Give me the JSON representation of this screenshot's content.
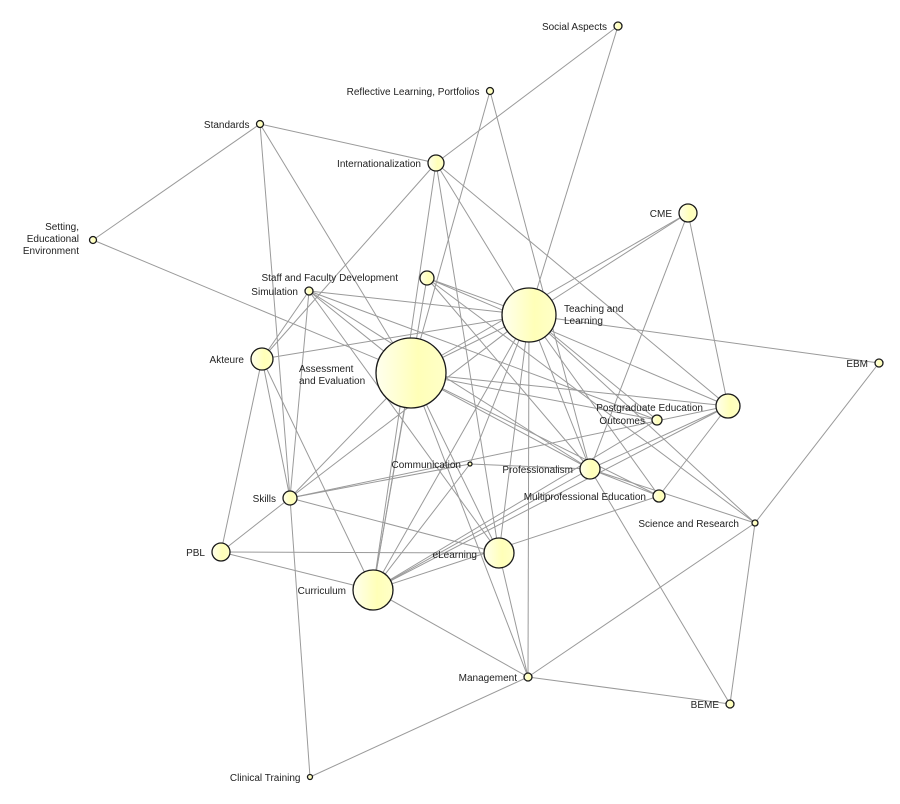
{
  "diagram": {
    "type": "network",
    "node_color": "#ffffc0",
    "edge_color": "#9a9a9a",
    "nodes": [
      {
        "id": "social",
        "label": "Social Aspects",
        "weight": 1
      },
      {
        "id": "reflective",
        "label": "Reflective Learning, Portfolios",
        "weight": 1
      },
      {
        "id": "standards",
        "label": "Standards",
        "weight": 1
      },
      {
        "id": "intl",
        "label": "Internationalization",
        "weight": 2
      },
      {
        "id": "cme",
        "label": "CME",
        "weight": 2
      },
      {
        "id": "setting",
        "label": "Setting,\nEducational\n Environment",
        "weight": 1
      },
      {
        "id": "staff",
        "label": "Staff and Faculty Development",
        "weight": 2
      },
      {
        "id": "simulation",
        "label": "Simulation",
        "weight": 1
      },
      {
        "id": "teaching",
        "label": "Teaching and\nLearning",
        "weight": 7
      },
      {
        "id": "akteure",
        "label": "Akteure",
        "weight": 3
      },
      {
        "id": "assessment",
        "label": "Assessment\nand Evaluation",
        "weight": 9
      },
      {
        "id": "ebm",
        "label": "EBM",
        "weight": 1
      },
      {
        "id": "postgrad",
        "label": "Postgraduate Education",
        "weight": 3
      },
      {
        "id": "outcomes",
        "label": "Outcomes",
        "weight": 1.3
      },
      {
        "id": "communication",
        "label": "Communication",
        "weight": 0.5
      },
      {
        "id": "professionalism",
        "label": "Professionalism",
        "weight": 2.5
      },
      {
        "id": "skills",
        "label": "Skills",
        "weight": 2
      },
      {
        "id": "multiprof",
        "label": "Multiprofessional Education",
        "weight": 1.5
      },
      {
        "id": "science",
        "label": "Science and Research",
        "weight": 0.8
      },
      {
        "id": "pbl",
        "label": "PBL",
        "weight": 2.3
      },
      {
        "id": "elearning",
        "label": "eLearning",
        "weight": 4
      },
      {
        "id": "curriculum",
        "label": "Curriculum",
        "weight": 5.2
      },
      {
        "id": "management",
        "label": "Management",
        "weight": 1
      },
      {
        "id": "beme",
        "label": "BEME",
        "weight": 1
      },
      {
        "id": "clinical",
        "label": "Clinical Training",
        "weight": 0.7
      }
    ],
    "edges": [
      [
        "social",
        "intl"
      ],
      [
        "social",
        "teaching"
      ],
      [
        "reflective",
        "assessment"
      ],
      [
        "reflective",
        "professionalism"
      ],
      [
        "standards",
        "intl"
      ],
      [
        "standards",
        "setting"
      ],
      [
        "standards",
        "assessment"
      ],
      [
        "standards",
        "skills"
      ],
      [
        "setting",
        "assessment"
      ],
      [
        "intl",
        "akteure"
      ],
      [
        "intl",
        "curriculum"
      ],
      [
        "intl",
        "teaching"
      ],
      [
        "intl",
        "postgrad"
      ],
      [
        "intl",
        "elearning"
      ],
      [
        "cme",
        "teaching"
      ],
      [
        "cme",
        "assessment"
      ],
      [
        "cme",
        "postgrad"
      ],
      [
        "cme",
        "professionalism"
      ],
      [
        "staff",
        "teaching"
      ],
      [
        "staff",
        "curriculum"
      ],
      [
        "staff",
        "postgrad"
      ],
      [
        "staff",
        "professionalism"
      ],
      [
        "staff",
        "science"
      ],
      [
        "simulation",
        "akteure"
      ],
      [
        "simulation",
        "skills"
      ],
      [
        "simulation",
        "teaching"
      ],
      [
        "simulation",
        "assessment"
      ],
      [
        "simulation",
        "outcomes"
      ],
      [
        "simulation",
        "elearning"
      ],
      [
        "simulation",
        "professionalism"
      ],
      [
        "teaching",
        "akteure"
      ],
      [
        "teaching",
        "assessment"
      ],
      [
        "teaching",
        "ebm"
      ],
      [
        "teaching",
        "skills"
      ],
      [
        "teaching",
        "curriculum"
      ],
      [
        "teaching",
        "outcomes"
      ],
      [
        "teaching",
        "multiprof"
      ],
      [
        "teaching",
        "science"
      ],
      [
        "teaching",
        "professionalism"
      ],
      [
        "teaching",
        "elearning"
      ],
      [
        "teaching",
        "communication"
      ],
      [
        "teaching",
        "management"
      ],
      [
        "assessment",
        "skills"
      ],
      [
        "assessment",
        "postgrad"
      ],
      [
        "assessment",
        "outcomes"
      ],
      [
        "assessment",
        "professionalism"
      ],
      [
        "assessment",
        "multiprof"
      ],
      [
        "assessment",
        "elearning"
      ],
      [
        "assessment",
        "curriculum"
      ],
      [
        "assessment",
        "management"
      ],
      [
        "akteure",
        "pbl"
      ],
      [
        "akteure",
        "skills"
      ],
      [
        "akteure",
        "curriculum"
      ],
      [
        "ebm",
        "science"
      ],
      [
        "postgrad",
        "curriculum"
      ],
      [
        "postgrad",
        "professionalism"
      ],
      [
        "postgrad",
        "multiprof"
      ],
      [
        "postgrad",
        "skills"
      ],
      [
        "outcomes",
        "curriculum"
      ],
      [
        "communication",
        "professionalism"
      ],
      [
        "communication",
        "skills"
      ],
      [
        "communication",
        "curriculum"
      ],
      [
        "professionalism",
        "multiprof"
      ],
      [
        "professionalism",
        "beme"
      ],
      [
        "professionalism",
        "science"
      ],
      [
        "professionalism",
        "curriculum"
      ],
      [
        "skills",
        "elearning"
      ],
      [
        "skills",
        "clinical"
      ],
      [
        "skills",
        "pbl"
      ],
      [
        "multiprof",
        "curriculum"
      ],
      [
        "science",
        "management"
      ],
      [
        "science",
        "beme"
      ],
      [
        "pbl",
        "elearning"
      ],
      [
        "pbl",
        "curriculum"
      ],
      [
        "curriculum",
        "management"
      ],
      [
        "elearning",
        "management"
      ],
      [
        "management",
        "beme"
      ],
      [
        "management",
        "clinical"
      ]
    ]
  }
}
